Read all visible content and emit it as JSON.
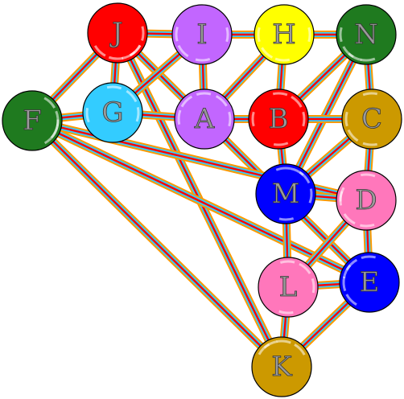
{
  "colors": {
    "edge_outer": "#ff9900",
    "edge_middle": "#33ccff",
    "edge_inner": "#ff0000",
    "node_stroke": "#000000"
  },
  "nodes": [
    {
      "id": "J",
      "label": "J",
      "fill": "#ff0000"
    },
    {
      "id": "I",
      "label": "I",
      "fill": "#c266ff"
    },
    {
      "id": "H",
      "label": "H",
      "fill": "#ffff00"
    },
    {
      "id": "N",
      "label": "N",
      "fill": "#1f7a1f"
    },
    {
      "id": "F",
      "label": "F",
      "fill": "#1f7a1f"
    },
    {
      "id": "G",
      "label": "G",
      "fill": "#33ccff"
    },
    {
      "id": "A",
      "label": "A",
      "fill": "#c266ff"
    },
    {
      "id": "B",
      "label": "B",
      "fill": "#ff0000"
    },
    {
      "id": "C",
      "label": "C",
      "fill": "#cc9900"
    },
    {
      "id": "M",
      "label": "M",
      "fill": "#0000ff"
    },
    {
      "id": "D",
      "label": "D",
      "fill": "#ff77bb"
    },
    {
      "id": "L",
      "label": "L",
      "fill": "#ff77bb"
    },
    {
      "id": "E",
      "label": "E",
      "fill": "#0000ff"
    },
    {
      "id": "K",
      "label": "K",
      "fill": "#cc9900"
    }
  ],
  "edges": [
    [
      "J",
      "I"
    ],
    [
      "I",
      "H"
    ],
    [
      "H",
      "N"
    ],
    [
      "J",
      "G"
    ],
    [
      "J",
      "A"
    ],
    [
      "J",
      "F"
    ],
    [
      "J",
      "K"
    ],
    [
      "J",
      "E"
    ],
    [
      "I",
      "G"
    ],
    [
      "I",
      "A"
    ],
    [
      "H",
      "A"
    ],
    [
      "H",
      "B"
    ],
    [
      "N",
      "B"
    ],
    [
      "N",
      "C"
    ],
    [
      "N",
      "M"
    ],
    [
      "F",
      "G"
    ],
    [
      "F",
      "E"
    ],
    [
      "F",
      "K"
    ],
    [
      "F",
      "D"
    ],
    [
      "G",
      "A"
    ],
    [
      "A",
      "B"
    ],
    [
      "B",
      "C"
    ],
    [
      "B",
      "M"
    ],
    [
      "C",
      "M"
    ],
    [
      "C",
      "D"
    ],
    [
      "M",
      "D"
    ],
    [
      "M",
      "L"
    ],
    [
      "D",
      "L"
    ],
    [
      "D",
      "E"
    ],
    [
      "L",
      "E"
    ],
    [
      "L",
      "K"
    ],
    [
      "E",
      "K"
    ]
  ]
}
